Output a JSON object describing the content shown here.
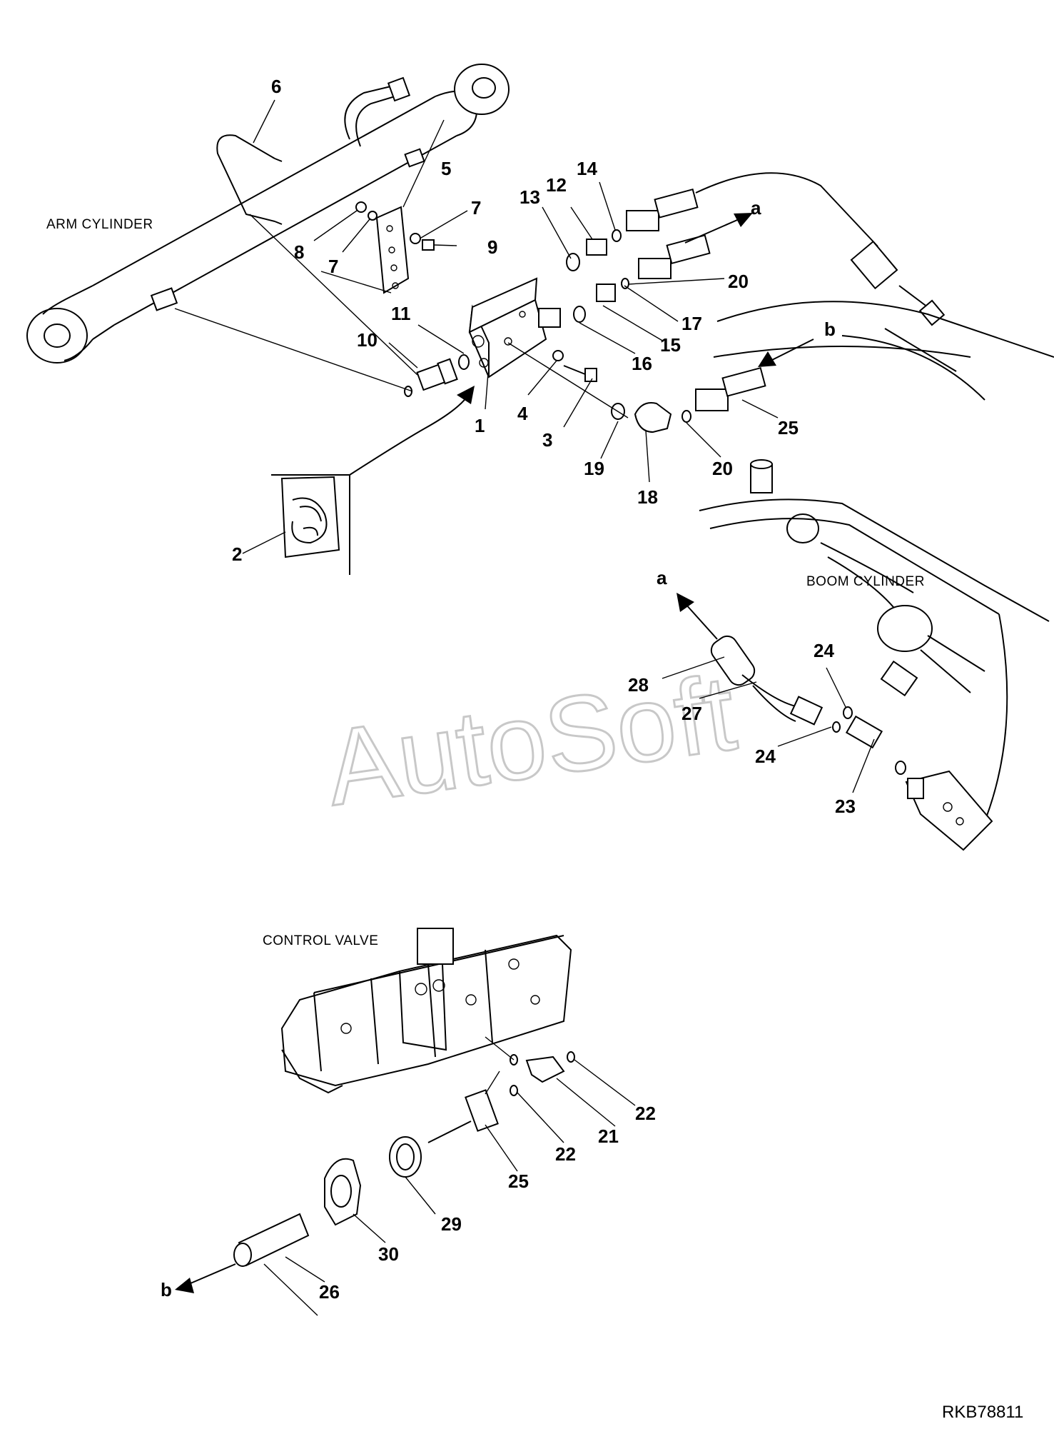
{
  "captions": {
    "arm_cylinder": "ARM CYLINDER",
    "boom_cylinder": "BOOM CYLINDER",
    "control_valve": "CONTROL VALVE"
  },
  "watermark": "AutoSoft",
  "figure_code": "RKB78811",
  "flow_refs": {
    "a_top": "a",
    "b_top": "b",
    "a_mid": "a",
    "b_bottom": "b"
  },
  "callouts": {
    "c1": "1",
    "c2": "2",
    "c3": "3",
    "c4": "4",
    "c5": "5",
    "c6": "6",
    "c7a": "7",
    "c7b": "7",
    "c8": "8",
    "c9": "9",
    "c10": "10",
    "c11": "11",
    "c12": "12",
    "c13": "13",
    "c14": "14",
    "c15": "15",
    "c16": "16",
    "c17": "17",
    "c18": "18",
    "c19": "19",
    "c20a": "20",
    "c20b": "20",
    "c21": "21",
    "c22a": "22",
    "c22b": "22",
    "c23": "23",
    "c24a": "24",
    "c24b": "24",
    "c25a": "25",
    "c25b": "25",
    "c26": "26",
    "c27": "27",
    "c28": "28",
    "c29": "29",
    "c30": "30"
  },
  "colors": {
    "line": "#000000",
    "watermark_outline": "#c8c8c8",
    "background": "#ffffff"
  }
}
